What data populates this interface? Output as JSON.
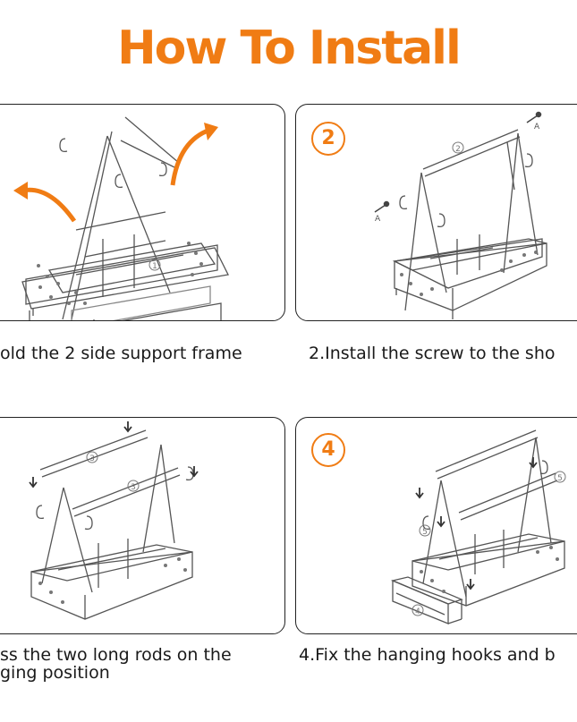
{
  "title": "How To Install",
  "steps": [
    {
      "caption": "old the 2 side support frame",
      "part_label": "1"
    },
    {
      "badge": "2",
      "caption": "2.Install the screw to the sho",
      "part_label": "2",
      "screw_label": "A"
    },
    {
      "caption_line1": "ss the two long rods on the",
      "caption_line2": "ging position",
      "part_label": "3"
    },
    {
      "badge": "4",
      "caption": "4.Fix the hanging hooks and b",
      "part_label_hook": "5",
      "part_label_drawer": "4"
    }
  ],
  "colors": {
    "accent": "#f07c14",
    "line": "#555555"
  }
}
